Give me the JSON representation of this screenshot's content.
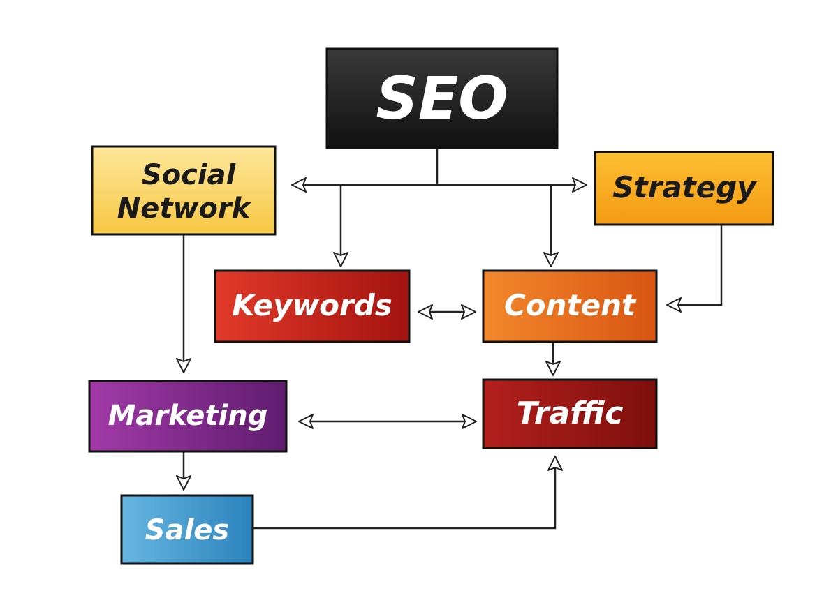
{
  "nodes": {
    "seo": {
      "label": "SEO",
      "fill_top": "#3a3a3a",
      "fill_bottom": "#111111",
      "text_color": "#ffffff"
    },
    "social_network": {
      "label_line1": "Social",
      "label_line2": "Network",
      "fill_top": "#fde79a",
      "fill_bottom": "#f6c743",
      "text_color": "#1a1a1a"
    },
    "strategy": {
      "label": "Strategy",
      "fill_top": "#fdbf33",
      "fill_bottom": "#f39a12",
      "text_color": "#1a1a1a"
    },
    "keywords": {
      "label": "Keywords",
      "fill_top": "#e23a2a",
      "fill_bottom": "#a3130f",
      "text_color": "#ffffff"
    },
    "content": {
      "label": "Content",
      "fill_top": "#f2882c",
      "fill_bottom": "#d85512",
      "text_color": "#ffffff"
    },
    "marketing": {
      "label": "Marketing",
      "fill_top": "#a23aa8",
      "fill_bottom": "#5f1c6e",
      "text_color": "#ffffff"
    },
    "traffic": {
      "label": "Traffic",
      "fill_top": "#b3201c",
      "fill_bottom": "#7d0f0d",
      "text_color": "#ffffff"
    },
    "sales": {
      "label": "Sales",
      "fill_top": "#66b6e0",
      "fill_bottom": "#2c83bd",
      "text_color": "#ffffff"
    }
  },
  "line_color": "#222222"
}
